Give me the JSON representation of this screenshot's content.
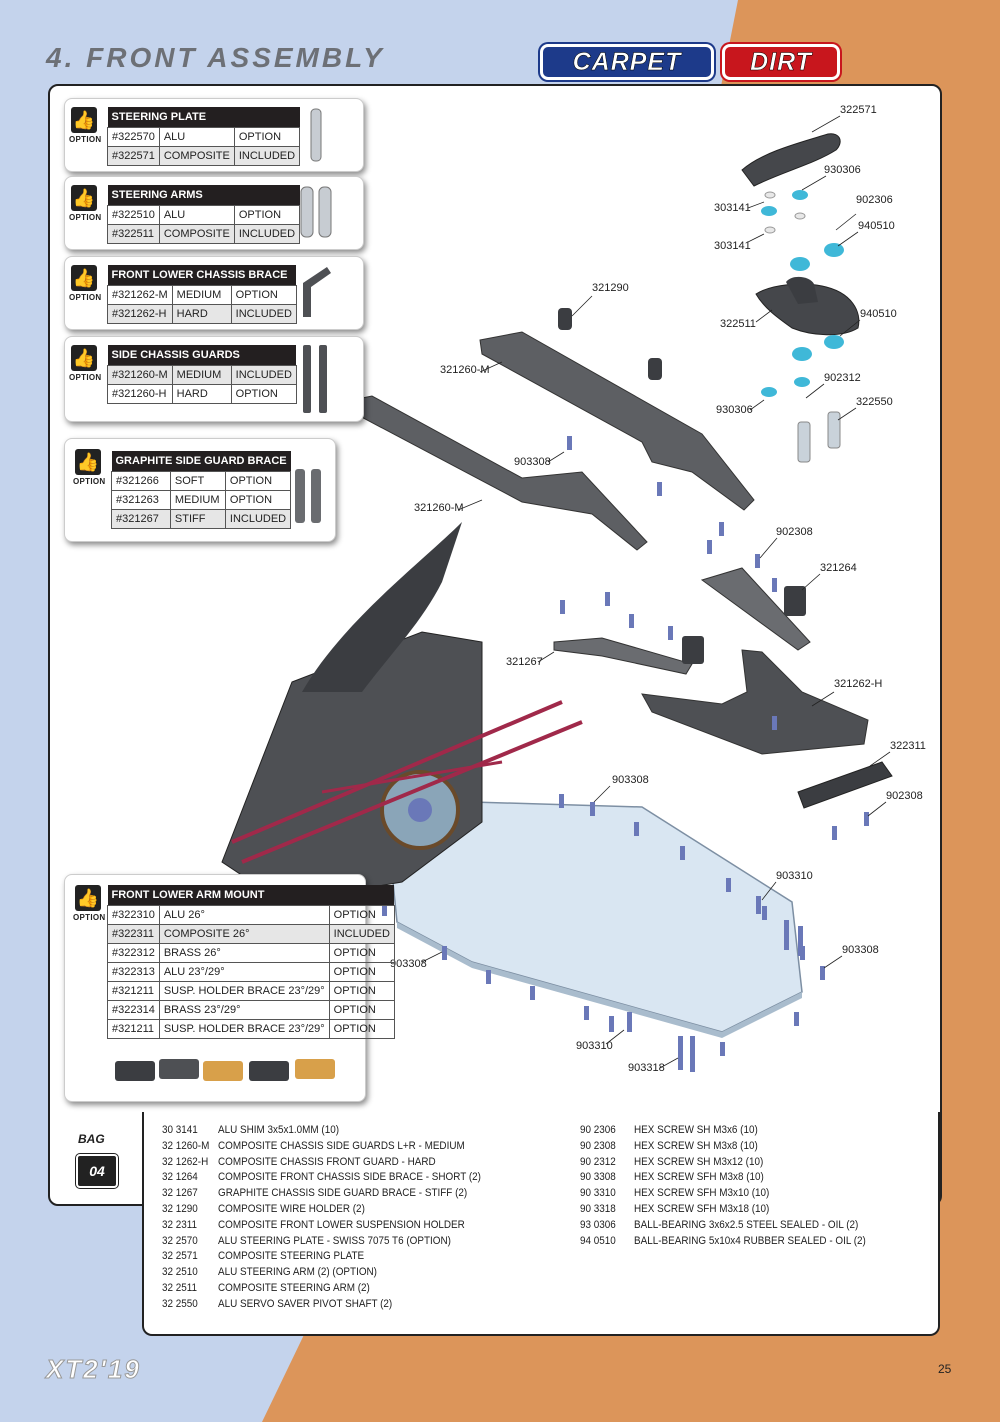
{
  "header": {
    "title": "4. FRONT ASSEMBLY",
    "badge_carpet": "CARPET",
    "badge_dirt": "DIRT"
  },
  "colors": {
    "bg_blue": "#c4d3ec",
    "bg_orange": "#dc955a",
    "carpet": "#1d3a8a",
    "dirt": "#c8161d",
    "part_blue": "#3fb8d8"
  },
  "option_label": "OPTION",
  "options": {
    "steering_plate": {
      "title": "STEERING PLATE",
      "rows": [
        {
          "part": "#322570",
          "material": "ALU",
          "status": "OPTION"
        },
        {
          "part": "#322571",
          "material": "COMPOSITE",
          "status": "INCLUDED"
        }
      ]
    },
    "steering_arms": {
      "title": "STEERING ARMS",
      "rows": [
        {
          "part": "#322510",
          "material": "ALU",
          "status": "OPTION"
        },
        {
          "part": "#322511",
          "material": "COMPOSITE",
          "status": "INCLUDED"
        }
      ]
    },
    "front_lower_chassis_brace": {
      "title": "FRONT LOWER CHASSIS BRACE",
      "rows": [
        {
          "part": "#321262-M",
          "material": "MEDIUM",
          "status": "OPTION"
        },
        {
          "part": "#321262-H",
          "material": "HARD",
          "status": "INCLUDED"
        }
      ]
    },
    "side_chassis_guards": {
      "title": "SIDE CHASSIS GUARDS",
      "rows": [
        {
          "part": "#321260-M",
          "material": "MEDIUM",
          "status": "INCLUDED"
        },
        {
          "part": "#321260-H",
          "material": "HARD",
          "status": "OPTION"
        }
      ]
    },
    "graphite_side_guard_brace": {
      "title": "GRAPHITE SIDE GUARD BRACE",
      "rows": [
        {
          "part": "#321266",
          "material": "SOFT",
          "status": "OPTION"
        },
        {
          "part": "#321263",
          "material": "MEDIUM",
          "status": "OPTION"
        },
        {
          "part": "#321267",
          "material": "STIFF",
          "status": "INCLUDED"
        }
      ]
    },
    "front_lower_arm_mount": {
      "title": "FRONT LOWER ARM MOUNT",
      "rows": [
        {
          "part": "#322310",
          "material": "ALU 26°",
          "status": "OPTION"
        },
        {
          "part": "#322311",
          "material": "COMPOSITE 26°",
          "status": "INCLUDED"
        },
        {
          "part": "#322312",
          "material": "BRASS 26°",
          "status": "OPTION"
        },
        {
          "part": "#322313",
          "material": "ALU 23°/29°",
          "status": "OPTION"
        },
        {
          "part": "#321211",
          "material": "SUSP. HOLDER BRACE 23°/29°",
          "status": "OPTION"
        },
        {
          "part": "#322314",
          "material": "BRASS 23°/29°",
          "status": "OPTION"
        },
        {
          "part": "#321211",
          "material": "SUSP. HOLDER BRACE 23°/29°",
          "status": "OPTION"
        }
      ]
    }
  },
  "callouts": [
    "322571",
    "930306",
    "303141",
    "902306",
    "940510",
    "303141",
    "321290",
    "322511",
    "940510",
    "321260-M",
    "902312",
    "930306",
    "322550",
    "903308",
    "321260-M",
    "902308",
    "321264",
    "321267",
    "321262-H",
    "322311",
    "903308",
    "902308",
    "903310",
    "903308",
    "903308",
    "903310",
    "903318"
  ],
  "bag": {
    "label": "BAG",
    "number": "04"
  },
  "parts_list_left": [
    {
      "code": "30 3141",
      "desc": "ALU SHIM 3x5x1.0MM (10)"
    },
    {
      "code": "32 1260-M",
      "desc": "COMPOSITE CHASSIS SIDE GUARDS L+R - MEDIUM"
    },
    {
      "code": "32 1262-H",
      "desc": "COMPOSITE CHASSIS FRONT GUARD - HARD"
    },
    {
      "code": "32 1264",
      "desc": "COMPOSITE FRONT CHASSIS SIDE BRACE - SHORT (2)"
    },
    {
      "code": "32 1267",
      "desc": "GRAPHITE CHASSIS SIDE GUARD BRACE - STIFF (2)"
    },
    {
      "code": "32 1290",
      "desc": "COMPOSITE WIRE HOLDER (2)"
    },
    {
      "code": "32 2311",
      "desc": "COMPOSITE FRONT LOWER SUSPENSION HOLDER"
    },
    {
      "code": "32 2570",
      "desc": "ALU STEERING PLATE - SWISS 7075 T6 (OPTION)"
    },
    {
      "code": "32 2571",
      "desc": "COMPOSITE STEERING PLATE"
    },
    {
      "code": "32 2510",
      "desc": "ALU STEERING ARM (2) (OPTION)"
    },
    {
      "code": "32 2511",
      "desc": "COMPOSITE STEERING ARM (2)"
    },
    {
      "code": "32 2550",
      "desc": "ALU SERVO SAVER PIVOT SHAFT (2)"
    }
  ],
  "parts_list_right": [
    {
      "code": "90 2306",
      "desc": "HEX SCREW  SH M3x6  (10)"
    },
    {
      "code": "90 2308",
      "desc": "HEX SCREW  SH M3x8  (10)"
    },
    {
      "code": "90 2312",
      "desc": "HEX SCREW  SH M3x12  (10)"
    },
    {
      "code": "90 3308",
      "desc": "HEX SCREW  SFH M3x8  (10)"
    },
    {
      "code": "90 3310",
      "desc": "HEX SCREW  SFH M3x10  (10)"
    },
    {
      "code": "90 3318",
      "desc": "HEX SCREW  SFH M3x18  (10)"
    },
    {
      "code": "93 0306",
      "desc": "BALL-BEARING 3x6x2.5 STEEL SEALED - OIL (2)"
    },
    {
      "code": "94 0510",
      "desc": "BALL-BEARING 5x10x4 RUBBER SEALED - OIL (2)"
    }
  ],
  "footer": {
    "logo": "XT2'19",
    "page": "25"
  }
}
